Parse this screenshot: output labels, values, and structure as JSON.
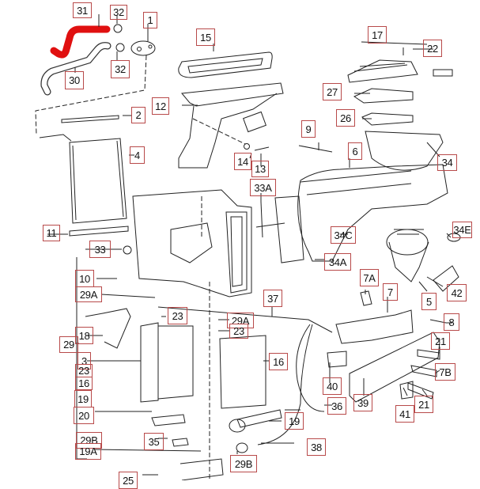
{
  "diagram": {
    "title": "Heater / ventilation assembly exploded parts view",
    "highlight_color": "#e01010",
    "label_border_color": "#b84a4a",
    "highlighted_part": "31",
    "labels": [
      {
        "id": "l31",
        "text": "31",
        "part": "heater hose (highlighted)"
      },
      {
        "id": "l32a",
        "text": "32",
        "part": "hose clamp"
      },
      {
        "id": "l1",
        "text": "1",
        "part": "grommet"
      },
      {
        "id": "l32b",
        "text": "32",
        "part": "hose clamp"
      },
      {
        "id": "l30",
        "text": "30",
        "part": "heater hose"
      },
      {
        "id": "l15",
        "text": "15",
        "part": "seal"
      },
      {
        "id": "l17",
        "text": "17",
        "part": "air inlet grille"
      },
      {
        "id": "l22",
        "text": "22",
        "part": "clip"
      },
      {
        "id": "l27",
        "text": "27",
        "part": "seal"
      },
      {
        "id": "l12",
        "text": "12",
        "part": "air duct"
      },
      {
        "id": "l2",
        "text": "2",
        "part": "seal"
      },
      {
        "id": "l26",
        "text": "26",
        "part": "seal"
      },
      {
        "id": "l9",
        "text": "9",
        "part": "stud"
      },
      {
        "id": "l4",
        "text": "4",
        "part": "heater core"
      },
      {
        "id": "l6",
        "text": "6",
        "part": "blower housing"
      },
      {
        "id": "l14",
        "text": "14",
        "part": "washer"
      },
      {
        "id": "l13",
        "text": "13",
        "part": "screw"
      },
      {
        "id": "l34",
        "text": "34",
        "part": "plug"
      },
      {
        "id": "l33A",
        "text": "33A",
        "part": "bolt"
      },
      {
        "id": "l11",
        "text": "11",
        "part": "seal"
      },
      {
        "id": "l34C",
        "text": "34C",
        "part": "screw"
      },
      {
        "id": "l34E",
        "text": "34E",
        "part": "nut"
      },
      {
        "id": "l33",
        "text": "33",
        "part": "nut"
      },
      {
        "id": "l34A",
        "text": "34A",
        "part": "bracket"
      },
      {
        "id": "l10",
        "text": "10",
        "part": "clip"
      },
      {
        "id": "l7A",
        "text": "7A",
        "part": "clip"
      },
      {
        "id": "l7",
        "text": "7",
        "part": "control unit"
      },
      {
        "id": "l42",
        "text": "42",
        "part": "resistor"
      },
      {
        "id": "l5",
        "text": "5",
        "part": "blower motor"
      },
      {
        "id": "l29A",
        "text": "29A",
        "part": "ring"
      },
      {
        "id": "l37",
        "text": "37",
        "part": "cable"
      },
      {
        "id": "l8",
        "text": "8",
        "part": "screw"
      },
      {
        "id": "l23a",
        "text": "23",
        "part": "bushing"
      },
      {
        "id": "l29Ab",
        "text": "29A",
        "part": "ring"
      },
      {
        "id": "l23b",
        "text": "23",
        "part": "bushing"
      },
      {
        "id": "l21a",
        "text": "21",
        "part": "knob"
      },
      {
        "id": "l18",
        "text": "18",
        "part": "lever"
      },
      {
        "id": "l29",
        "text": "29",
        "part": "flap assembly"
      },
      {
        "id": "l3",
        "text": "3",
        "part": "flap"
      },
      {
        "id": "l16",
        "text": "16",
        "part": "flap"
      },
      {
        "id": "l7B",
        "text": "7B",
        "part": "clip"
      },
      {
        "id": "l23c",
        "text": "23",
        "part": "bushing"
      },
      {
        "id": "l16b",
        "text": "16",
        "part": "flap"
      },
      {
        "id": "l19a",
        "text": "19",
        "part": "lever"
      },
      {
        "id": "l40",
        "text": "40",
        "part": "switch"
      },
      {
        "id": "l39",
        "text": "39",
        "part": "control panel"
      },
      {
        "id": "l21b",
        "text": "21",
        "part": "knob"
      },
      {
        "id": "l20",
        "text": "20",
        "part": "lever"
      },
      {
        "id": "l36",
        "text": "36",
        "part": "cable"
      },
      {
        "id": "l41",
        "text": "41",
        "part": "knob"
      },
      {
        "id": "l19b",
        "text": "19",
        "part": "lever"
      },
      {
        "id": "l29B",
        "text": "29B",
        "part": "ring"
      },
      {
        "id": "l35",
        "text": "35",
        "part": "clip"
      },
      {
        "id": "l38",
        "text": "38",
        "part": "cable"
      },
      {
        "id": "l19A",
        "text": "19A",
        "part": "lever"
      },
      {
        "id": "l29Bb",
        "text": "29B",
        "part": "ring"
      },
      {
        "id": "l25",
        "text": "25",
        "part": "bracket"
      }
    ]
  }
}
